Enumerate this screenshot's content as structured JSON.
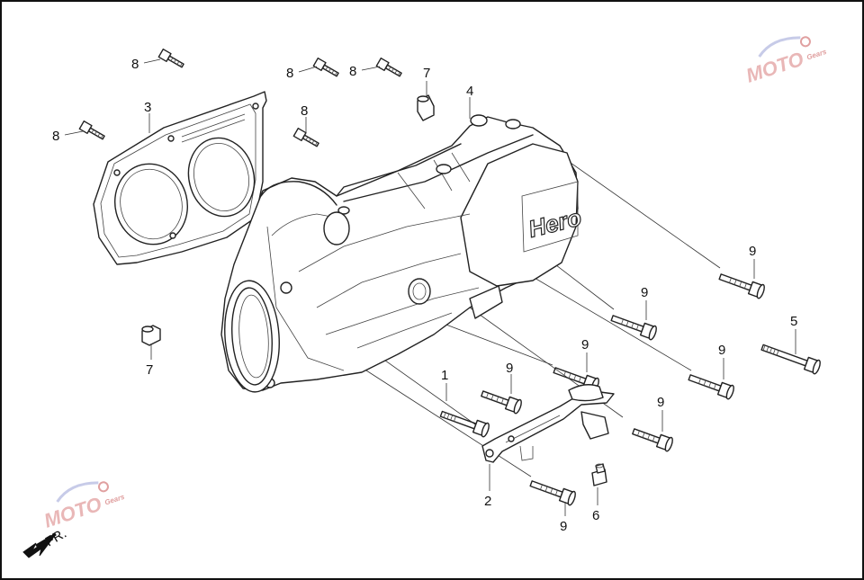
{
  "diagram": {
    "brand_mark": "Hero",
    "watermark": {
      "text": "MOTO",
      "sub": "Gears"
    },
    "direction_label": "FR.",
    "callouts": {
      "c1": "1",
      "c2": "2",
      "c3": "3",
      "c4": "4",
      "c5": "5",
      "c6": "6",
      "c7a": "7",
      "c7b": "7",
      "c8a": "8",
      "c8b": "8",
      "c8c": "8",
      "c8d": "8",
      "c8e": "8",
      "c9a": "9",
      "c9b": "9",
      "c9c": "9",
      "c9d": "9",
      "c9e": "9",
      "c9f": "9",
      "c9g": "9"
    }
  }
}
